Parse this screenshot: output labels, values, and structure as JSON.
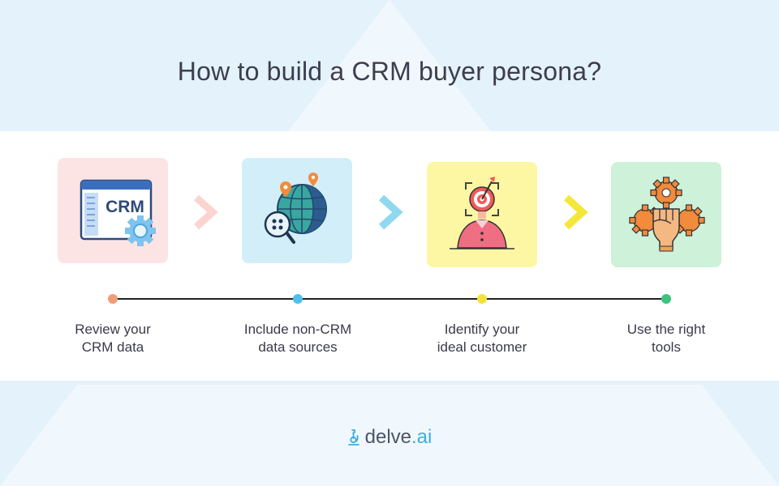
{
  "title": "How to build a CRM buyer persona?",
  "steps": [
    {
      "line1": "Review your",
      "line2": "CRM data",
      "card_color": "#fde4e4",
      "dot_color": "#f19c79",
      "chevron_color": "#fbd4d0",
      "icon": "crm-window-icon",
      "icon_text": "CRM"
    },
    {
      "line1": "Include non-CRM",
      "line2": "data sources",
      "card_color": "#d2eef8",
      "dot_color": "#4fc0ea",
      "chevron_color": "#8fd8f0",
      "icon": "globe-search-icon"
    },
    {
      "line1": "Identify your",
      "line2": "ideal customer",
      "card_color": "#fdf7a4",
      "dot_color": "#f4e23c",
      "chevron_color": "#f5e73a",
      "icon": "target-persona-icon"
    },
    {
      "line1": "Use the right",
      "line2": "tools",
      "card_color": "#cdf1d9",
      "dot_color": "#3cc47c",
      "icon": "fist-gears-icon"
    }
  ],
  "brand": {
    "name": "delve",
    "tld": ".ai",
    "icon": "microscope-icon"
  },
  "colors": {
    "background": "#e3f2fb",
    "shape_light": "#f1f8fd",
    "band": "#ffffff",
    "title_text": "#3d3d4e",
    "accent": "#3aaee0"
  }
}
